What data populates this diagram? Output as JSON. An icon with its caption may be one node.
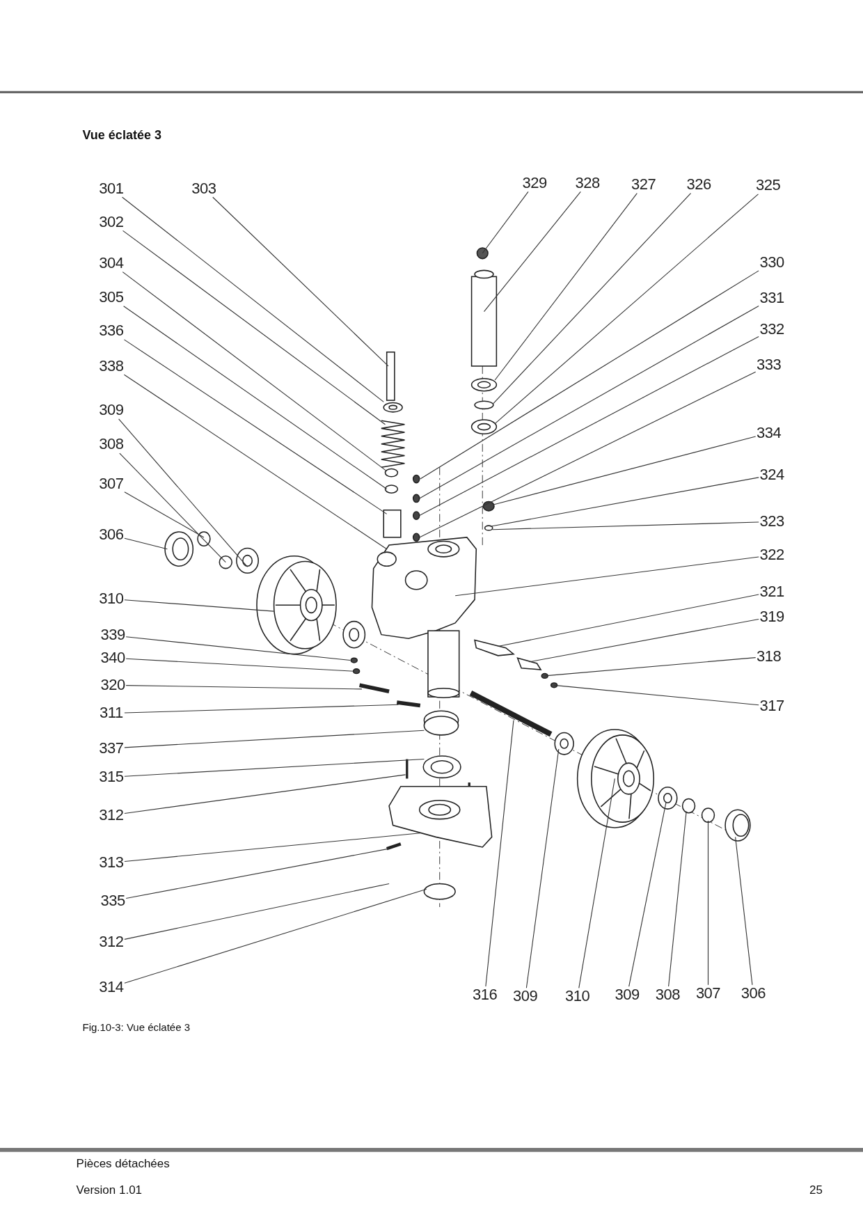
{
  "diagram": {
    "title": "Vue éclatée 3",
    "caption": "Fig.10-3: Vue éclatée 3",
    "nodes": [
      {
        "text": [
          "301"
        ]
      },
      {
        "text": [
          "303"
        ]
      },
      {
        "text": [
          "302"
        ]
      },
      {
        "text": [
          "304"
        ]
      },
      {
        "text": [
          "305"
        ]
      },
      {
        "text": [
          "336"
        ]
      },
      {
        "text": [
          "338"
        ]
      },
      {
        "text": [
          "309"
        ]
      },
      {
        "text": [
          "308"
        ]
      },
      {
        "text": [
          "307"
        ]
      },
      {
        "text": [
          "306"
        ]
      },
      {
        "text": [
          "310"
        ]
      },
      {
        "text": [
          "339"
        ]
      },
      {
        "text": [
          "340"
        ]
      },
      {
        "text": [
          "320"
        ]
      },
      {
        "text": [
          "311"
        ]
      },
      {
        "text": [
          "337"
        ]
      },
      {
        "text": [
          "315"
        ]
      },
      {
        "text": [
          "312"
        ]
      },
      {
        "text": [
          "313"
        ]
      },
      {
        "text": [
          "335"
        ]
      },
      {
        "text": [
          "312"
        ]
      },
      {
        "text": [
          "314"
        ]
      },
      {
        "text": [
          "329"
        ]
      },
      {
        "text": [
          "328"
        ]
      },
      {
        "text": [
          "327"
        ]
      },
      {
        "text": [
          "326"
        ]
      },
      {
        "text": [
          "325"
        ]
      },
      {
        "text": [
          "330"
        ]
      },
      {
        "text": [
          "331"
        ]
      },
      {
        "text": [
          "332"
        ]
      },
      {
        "text": [
          "333"
        ]
      },
      {
        "text": [
          "334"
        ]
      },
      {
        "text": [
          "324"
        ]
      },
      {
        "text": [
          "323"
        ]
      },
      {
        "text": [
          "322"
        ]
      },
      {
        "text": [
          "321"
        ]
      },
      {
        "text": [
          "319"
        ]
      },
      {
        "text": [
          "318"
        ]
      },
      {
        "text": [
          "317"
        ]
      },
      {
        "text": [
          "316"
        ]
      },
      {
        "text": [
          "309"
        ]
      },
      {
        "text": [
          "310"
        ]
      },
      {
        "text": [
          "309"
        ]
      },
      {
        "text": [
          "308"
        ]
      },
      {
        "text": [
          "307"
        ]
      },
      {
        "text": [
          "306"
        ]
      }
    ],
    "edges": [
      {
        "from": 0,
        "to": null,
        "arrow": "none"
      },
      {
        "from": 1,
        "to": null,
        "arrow": "none"
      },
      {
        "from": 2,
        "to": null,
        "arrow": "none"
      },
      {
        "from": 3,
        "to": null,
        "arrow": "none"
      },
      {
        "from": 4,
        "to": null,
        "arrow": "none"
      },
      {
        "from": 5,
        "to": null,
        "arrow": "none"
      },
      {
        "from": 6,
        "to": null,
        "arrow": "none"
      },
      {
        "from": 7,
        "to": null,
        "arrow": "none"
      },
      {
        "from": 8,
        "to": null,
        "arrow": "none"
      },
      {
        "from": 9,
        "to": null,
        "arrow": "none"
      },
      {
        "from": 10,
        "to": null,
        "arrow": "none"
      },
      {
        "from": 11,
        "to": null,
        "arrow": "none"
      },
      {
        "from": 12,
        "to": null,
        "arrow": "none"
      },
      {
        "from": 13,
        "to": null,
        "arrow": "none"
      },
      {
        "from": 14,
        "to": null,
        "arrow": "none"
      },
      {
        "from": 15,
        "to": null,
        "arrow": "none"
      },
      {
        "from": 16,
        "to": null,
        "arrow": "none"
      },
      {
        "from": 17,
        "to": null,
        "arrow": "none"
      },
      {
        "from": 18,
        "to": null,
        "arrow": "none"
      },
      {
        "from": 19,
        "to": null,
        "arrow": "none"
      },
      {
        "from": 20,
        "to": null,
        "arrow": "none"
      },
      {
        "from": 21,
        "to": null,
        "arrow": "none"
      },
      {
        "from": 22,
        "to": null,
        "arrow": "none"
      },
      {
        "from": 23,
        "to": null,
        "arrow": "none"
      },
      {
        "from": 24,
        "to": null,
        "arrow": "none"
      },
      {
        "from": 25,
        "to": null,
        "arrow": "none"
      },
      {
        "from": 26,
        "to": null,
        "arrow": "none"
      },
      {
        "from": 27,
        "to": null,
        "arrow": "none"
      },
      {
        "from": 28,
        "to": null,
        "arrow": "none"
      },
      {
        "from": 29,
        "to": null,
        "arrow": "none"
      },
      {
        "from": 30,
        "to": null,
        "arrow": "none"
      },
      {
        "from": 31,
        "to": null,
        "arrow": "none"
      },
      {
        "from": 32,
        "to": null,
        "arrow": "none"
      },
      {
        "from": 33,
        "to": null,
        "arrow": "none"
      },
      {
        "from": 34,
        "to": null,
        "arrow": "none"
      },
      {
        "from": 35,
        "to": null,
        "arrow": "none"
      },
      {
        "from": 36,
        "to": null,
        "arrow": "none"
      },
      {
        "from": 37,
        "to": null,
        "arrow": "none"
      },
      {
        "from": 38,
        "to": null,
        "arrow": "none"
      },
      {
        "from": 39,
        "to": null,
        "arrow": "none"
      },
      {
        "from": 40,
        "to": null,
        "arrow": "none"
      },
      {
        "from": 41,
        "to": null,
        "arrow": "none"
      },
      {
        "from": 42,
        "to": null,
        "arrow": "none"
      },
      {
        "from": 43,
        "to": null,
        "arrow": "none"
      },
      {
        "from": 44,
        "to": null,
        "arrow": "none"
      },
      {
        "from": 45,
        "to": null,
        "arrow": "none"
      },
      {
        "from": 46,
        "to": null,
        "arrow": "none"
      }
    ],
    "labels": [
      "Pièces détachées",
      "Version 1.01",
      "25"
    ]
  }
}
